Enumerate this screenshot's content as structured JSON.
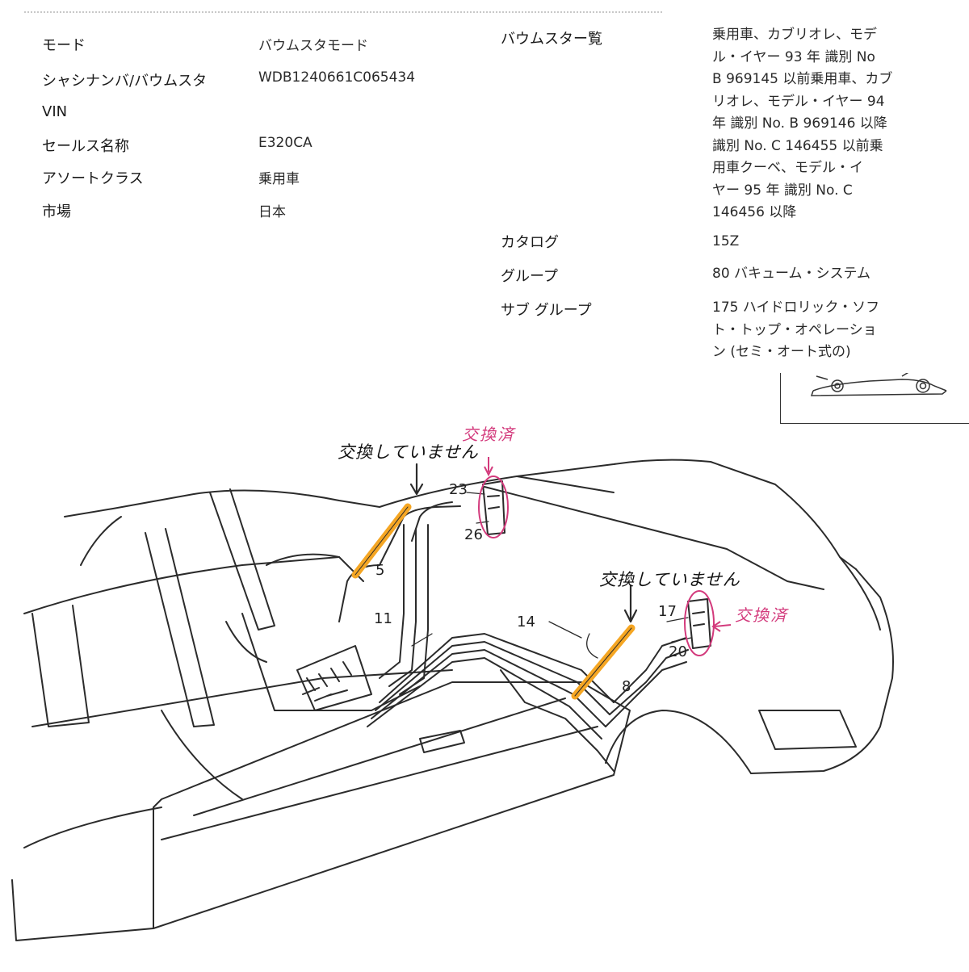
{
  "info": {
    "rows": [
      {
        "label": "モード",
        "value": "バウムスタモード"
      },
      {
        "label": "シャシナンバ/バウムスタ",
        "value": "WDB1240661C065434"
      },
      {
        "label": "VIN",
        "value": ""
      },
      {
        "label": "セールス名称",
        "value": "E320CA"
      },
      {
        "label": "アソートクラス",
        "value": "乗用車"
      },
      {
        "label": "市場",
        "value": "日本"
      }
    ]
  },
  "right": {
    "baumuster_label": "バウムスター覧",
    "baumuster_lines": [
      "乗用車、カブリオレ、モデ",
      "ル・イヤー 93 年 識別 No",
      "B 969145 以前乗用車、カブ",
      "リオレ、モデル・イヤー 94",
      "年 識別 No. B 969146 以降",
      "識別 No. C 146455 以前乗",
      "用車クーベ、モデル・イ",
      "ヤー 95 年 識別 No. C",
      "146456 以降"
    ],
    "catalog_label": "カタログ",
    "catalog_value": "15Z",
    "group_label": "グループ",
    "group_value": "80 バキューム・システム",
    "subgroup_label": "サブ グループ",
    "subgroup_lines": [
      "175 ハイドロリック・ソフ",
      "ト・トップ・オペレーショ",
      "ン (セミ・オート式の)"
    ]
  },
  "diagram": {
    "callouts": {
      "c23": "23",
      "c26": "26",
      "c5": "5",
      "c11": "11",
      "c14": "14",
      "c8": "8",
      "c17": "17",
      "c20": "20"
    },
    "notes": {
      "not_replaced_1": "交換していません",
      "not_replaced_2": "交換していません",
      "replaced_1": "交換済",
      "replaced_2": "交換済"
    },
    "colors": {
      "highlight": "#f5a623",
      "annotation": "#d33a7c",
      "line": "#2b2b2b"
    }
  }
}
